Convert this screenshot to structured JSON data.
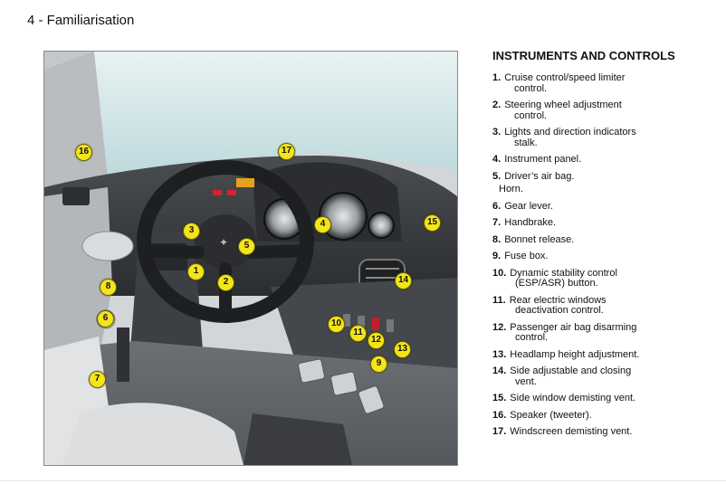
{
  "header": {
    "title": "4 - Familiarisation"
  },
  "legend": {
    "title": "INSTRUMENTS AND CONTROLS",
    "items": [
      {
        "num": "1.",
        "line1": "Cruise control/speed limiter",
        "line2": "control.",
        "sub": ""
      },
      {
        "num": "2.",
        "line1": "Steering wheel adjustment",
        "line2": "control.",
        "sub": ""
      },
      {
        "num": "3.",
        "line1": "Lights and direction indicators",
        "line2": "stalk.",
        "sub": ""
      },
      {
        "num": "4.",
        "line1": "Instrument panel.",
        "line2": "",
        "sub": ""
      },
      {
        "num": "5.",
        "line1": "Driver’s air bag.",
        "line2": "",
        "sub": "Horn."
      },
      {
        "num": "6.",
        "line1": "Gear lever.",
        "line2": "",
        "sub": ""
      },
      {
        "num": "7.",
        "line1": "Handbrake.",
        "line2": "",
        "sub": ""
      },
      {
        "num": "8.",
        "line1": "Bonnet release.",
        "line2": "",
        "sub": ""
      },
      {
        "num": "9.",
        "line1": "Fuse box.",
        "line2": "",
        "sub": ""
      },
      {
        "num": "10.",
        "line1": "Dynamic stability control",
        "line2": "(ESP/ASR) button.",
        "sub": ""
      },
      {
        "num": "11.",
        "line1": "Rear electric windows",
        "line2": "deactivation control.",
        "sub": ""
      },
      {
        "num": "12.",
        "line1": "Passenger air bag disarming",
        "line2": "control.",
        "sub": ""
      },
      {
        "num": "13.",
        "line1": "Headlamp height adjustment.",
        "line2": "",
        "sub": ""
      },
      {
        "num": "14.",
        "line1": "Side adjustable and closing",
        "line2": "vent.",
        "sub": ""
      },
      {
        "num": "15.",
        "line1": "Side window demisting vent.",
        "line2": "",
        "sub": ""
      },
      {
        "num": "16.",
        "line1": "Speaker (tweeter).",
        "line2": "",
        "sub": ""
      },
      {
        "num": "17.",
        "line1": "Windscreen demisting vent.",
        "line2": "",
        "sub": ""
      }
    ]
  },
  "figure": {
    "markers": [
      "1",
      "2",
      "3",
      "4",
      "5",
      "6",
      "7",
      "8",
      "9",
      "10",
      "11",
      "12",
      "13",
      "14",
      "15",
      "16",
      "17"
    ],
    "colors": {
      "marker_fill": "#f3e41c",
      "dashboard": "#3b3d40",
      "windscreen": "#c9e3e6"
    }
  }
}
